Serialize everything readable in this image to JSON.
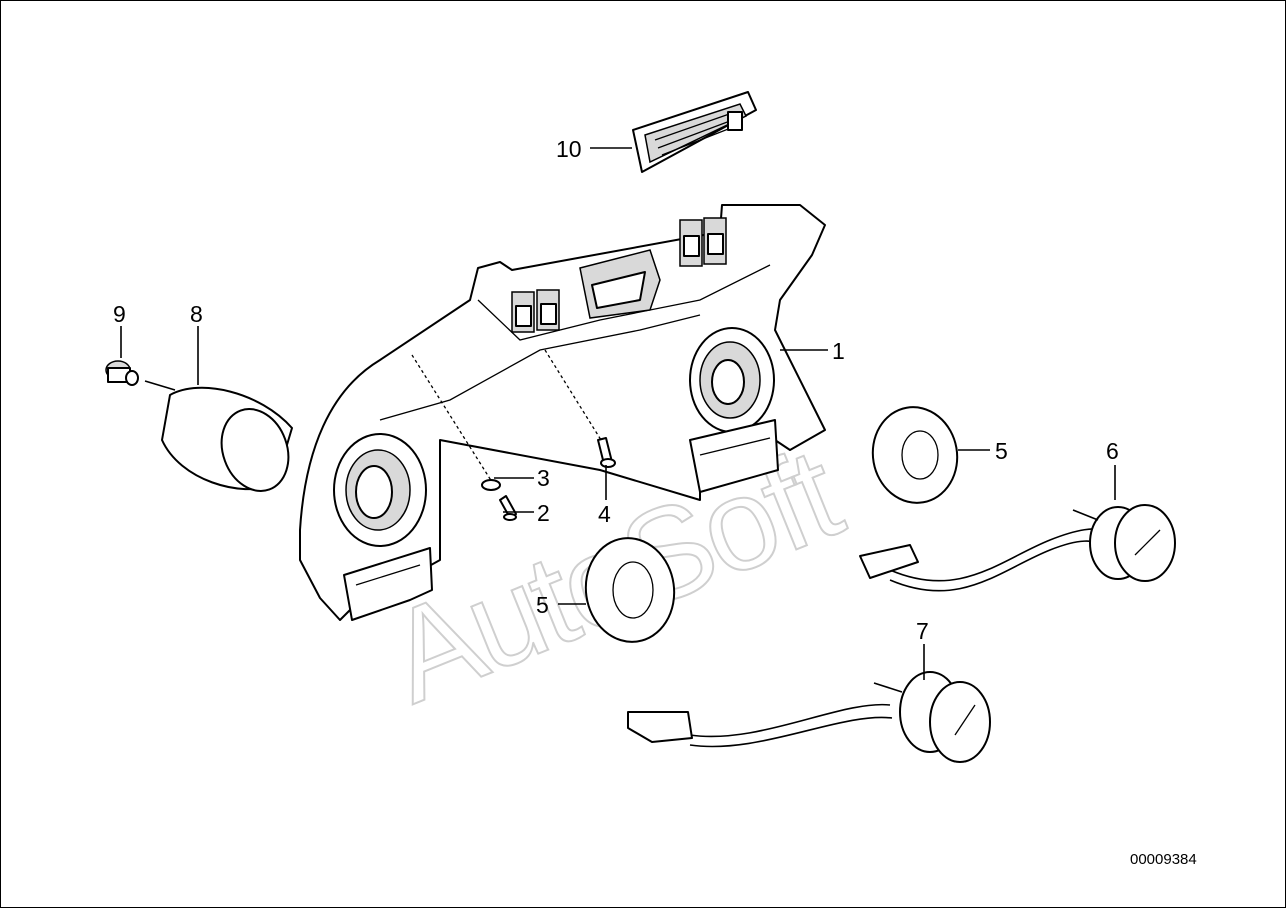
{
  "watermark": {
    "text": "AutoSoft",
    "color": "#cfcfcf"
  },
  "callouts": {
    "c1": "1",
    "c2": "2",
    "c3": "3",
    "c4": "4",
    "c5a": "5",
    "c5b": "5",
    "c6": "6",
    "c7": "7",
    "c8": "8",
    "c9": "9",
    "c10": "10"
  },
  "reference_number": "00009384",
  "colors": {
    "line": "#000000",
    "shade": "#d9d9d9",
    "background": "#ffffff"
  }
}
